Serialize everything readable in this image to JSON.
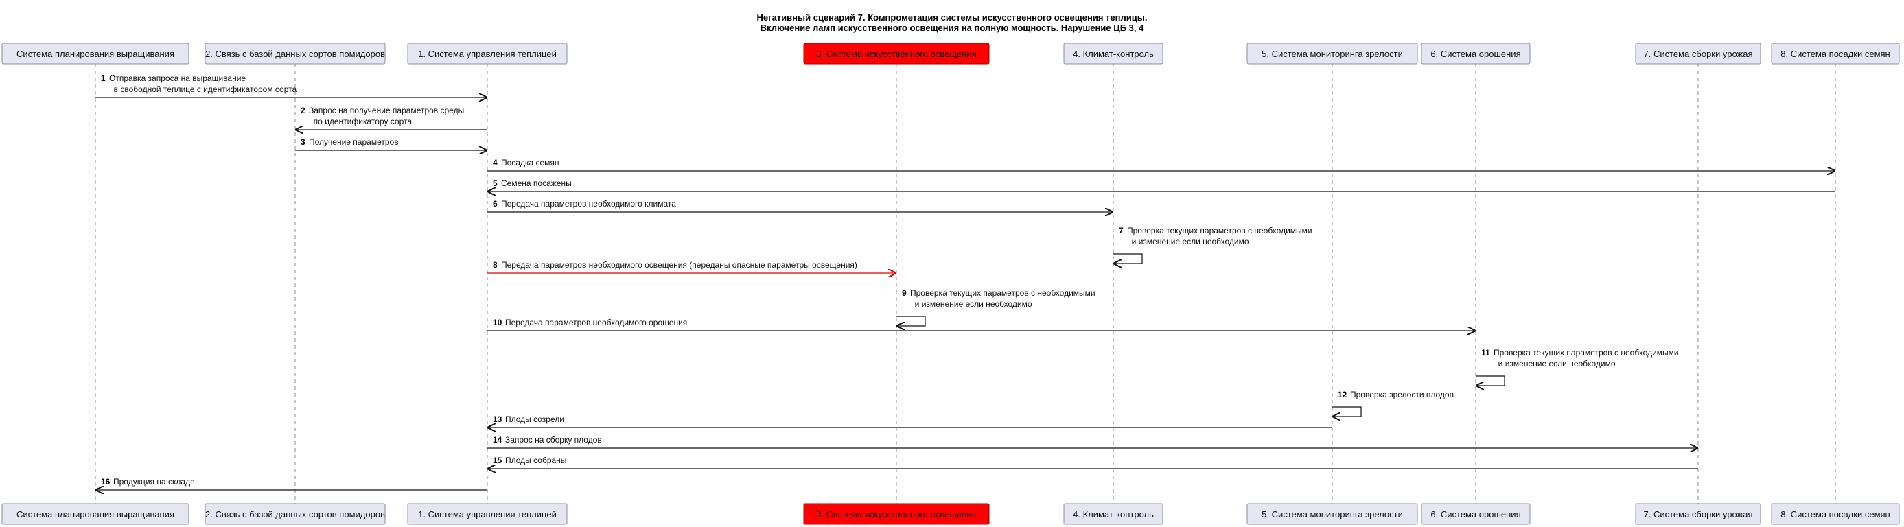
{
  "title": [
    "Негативный сценарий 7. Компрометация системы искусственного освещения теплицы.",
    "Включение ламп искусственного освещения на полную мощность. Нарушение ЦБ 3, 4"
  ],
  "participants": [
    {
      "id": "plan",
      "label": "Система планирования выращивания"
    },
    {
      "id": "db",
      "label": "2. Связь с базой данных сортов помидоров"
    },
    {
      "id": "ctrl",
      "label": "1. Система управления теплицей"
    },
    {
      "id": "light",
      "label": "3. Система искусственного освещения",
      "highlight": true,
      "fill": "#ff0000"
    },
    {
      "id": "climate",
      "label": "4. Климат-контроль"
    },
    {
      "id": "ripe",
      "label": "5. Система мониторинга зрелости"
    },
    {
      "id": "water",
      "label": "6. Система орошения"
    },
    {
      "id": "harvest",
      "label": "7. Система сборки урожая"
    },
    {
      "id": "plant",
      "label": "8. Система посадки семян"
    }
  ],
  "messages": [
    {
      "n": "1",
      "from": "plan",
      "to": "ctrl",
      "text": [
        "Отправка запроса на выращивание",
        "  в свободной теплице с идентификатором сорта"
      ]
    },
    {
      "n": "2",
      "from": "ctrl",
      "to": "db",
      "text": [
        "Запрос на получение параметров среды",
        "  по идентификатору сорта"
      ]
    },
    {
      "n": "3",
      "from": "db",
      "to": "ctrl",
      "text": [
        "Получение параметров"
      ]
    },
    {
      "n": "4",
      "from": "ctrl",
      "to": "plant",
      "text": [
        "Посадка семян"
      ]
    },
    {
      "n": "5",
      "from": "plant",
      "to": "ctrl",
      "text": [
        "Семена посажены"
      ]
    },
    {
      "n": "6",
      "from": "ctrl",
      "to": "climate",
      "text": [
        "Передача параметров необходимого климата"
      ]
    },
    {
      "n": "7",
      "from": "climate",
      "to": "climate",
      "text": [
        "Проверка текущих параметров с необходимыми",
        "  и изменение если необходимо"
      ]
    },
    {
      "n": "8",
      "from": "ctrl",
      "to": "light",
      "color": "#e00000",
      "text": [
        "Передача параметров необходимого освещения (переданы опасные параметры освещения)"
      ]
    },
    {
      "n": "9",
      "from": "light",
      "to": "light",
      "text": [
        "Проверка текущих параметров с необходимыми",
        "  и изменение если необходимо"
      ]
    },
    {
      "n": "10",
      "from": "ctrl",
      "to": "water",
      "text": [
        "Передача параметров необходимого орошения"
      ]
    },
    {
      "n": "11",
      "from": "water",
      "to": "water",
      "text": [
        "Проверка текущих параметров с необходимыми",
        "  и изменение если необходимо"
      ]
    },
    {
      "n": "12",
      "from": "ripe",
      "to": "ripe",
      "text": [
        "Проверка зрелости плодов"
      ]
    },
    {
      "n": "13",
      "from": "ripe",
      "to": "ctrl",
      "text": [
        "Плоды созрели"
      ]
    },
    {
      "n": "14",
      "from": "ctrl",
      "to": "harvest",
      "text": [
        "Запрос на сборку плодов"
      ]
    },
    {
      "n": "15",
      "from": "harvest",
      "to": "ctrl",
      "text": [
        "Плоды собраны"
      ]
    },
    {
      "n": "16",
      "from": "ctrl",
      "to": "plan",
      "text": [
        "Продукция на складе"
      ]
    }
  ]
}
